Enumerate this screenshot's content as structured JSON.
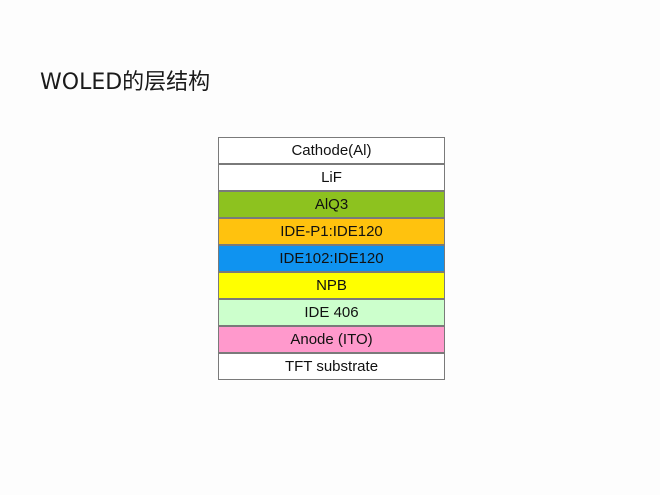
{
  "title": "WOLED的层结构",
  "layers": [
    {
      "label": "Cathode(Al)",
      "color": "#ffffff"
    },
    {
      "label": "LiF",
      "color": "#ffffff"
    },
    {
      "label": "AlQ3",
      "color": "#8dc21f"
    },
    {
      "label": "IDE-P1:IDE120",
      "color": "#ffc20e"
    },
    {
      "label": "IDE102:IDE120",
      "color": "#0f93f0"
    },
    {
      "label": "NPB",
      "color": "#ffff00"
    },
    {
      "label": "IDE 406",
      "color": "#ccffcc"
    },
    {
      "label": "Anode (ITO)",
      "color": "#ff99cc"
    },
    {
      "label": "TFT substrate",
      "color": "#ffffff"
    }
  ]
}
